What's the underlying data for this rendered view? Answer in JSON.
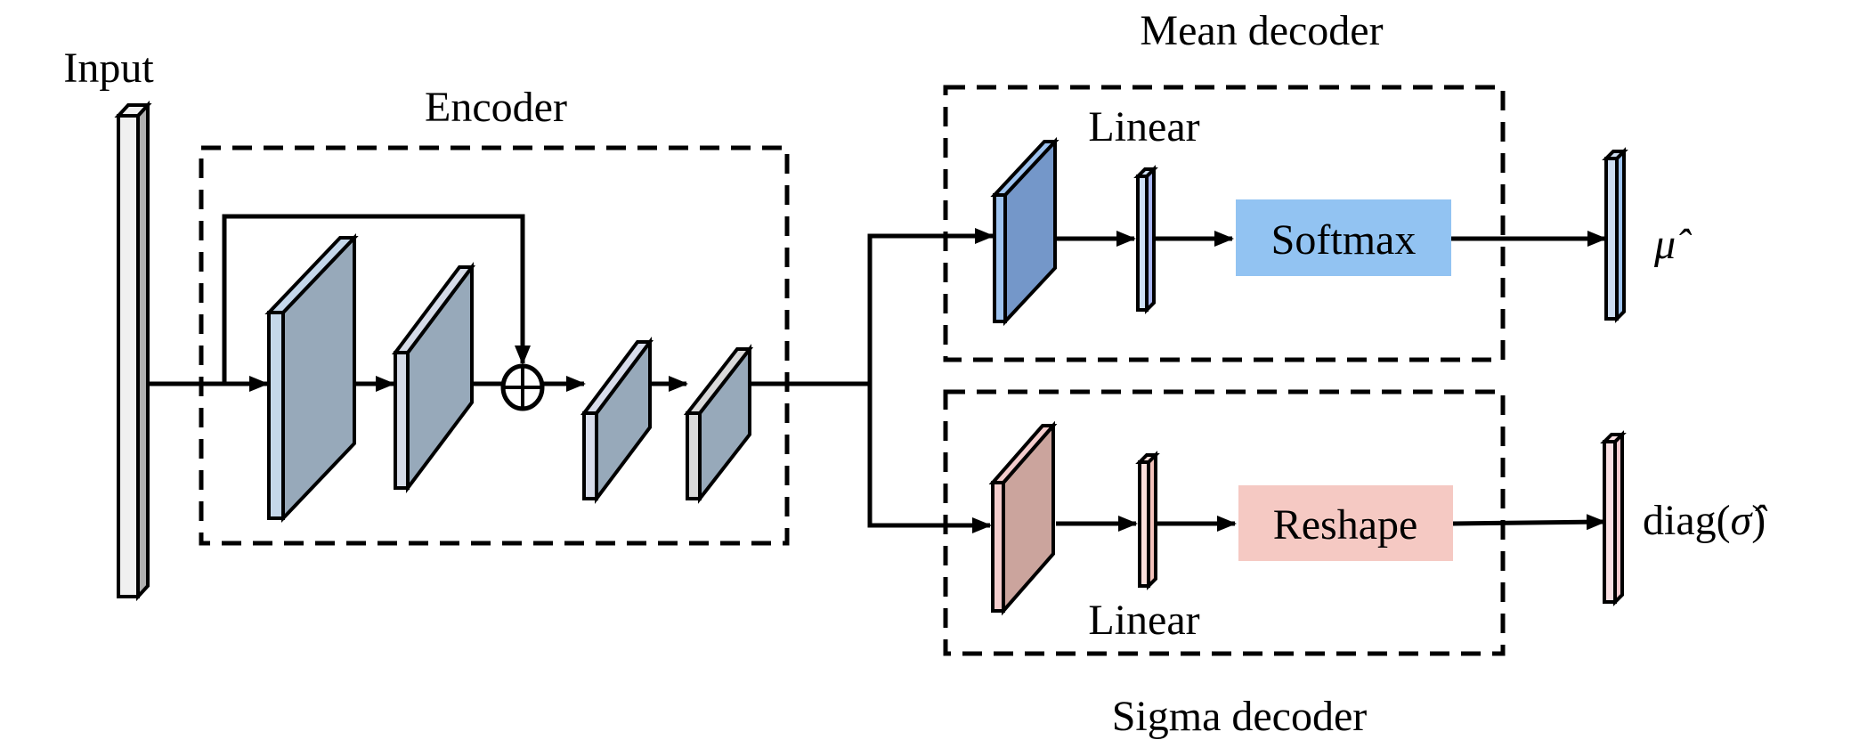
{
  "labels": {
    "input": "Input",
    "encoder": "Encoder",
    "mean_decoder": "Mean decoder",
    "sigma_decoder": "Sigma decoder",
    "linear_mean": "Linear",
    "linear_sigma": "Linear",
    "softmax": "Softmax",
    "reshape": "Reshape",
    "mu_hat": "μ̂",
    "diag_sigma_prefix": "diag(",
    "diag_sigma_symbol": "σ̂",
    "diag_sigma_suffix": ")",
    "add_op": "⊕"
  },
  "colors": {
    "input_block": "#d9d9d9",
    "encoder_block": "#97a9ba",
    "encoder_edge": "#c4d7ea",
    "mean_block": "#7497c9",
    "mean_edge": "#9ec3ef",
    "sigma_block": "#cba49d",
    "sigma_edge": "#f3cccc",
    "softmax_box": "#92c3f2",
    "reshape_box": "#f5c9c3"
  }
}
